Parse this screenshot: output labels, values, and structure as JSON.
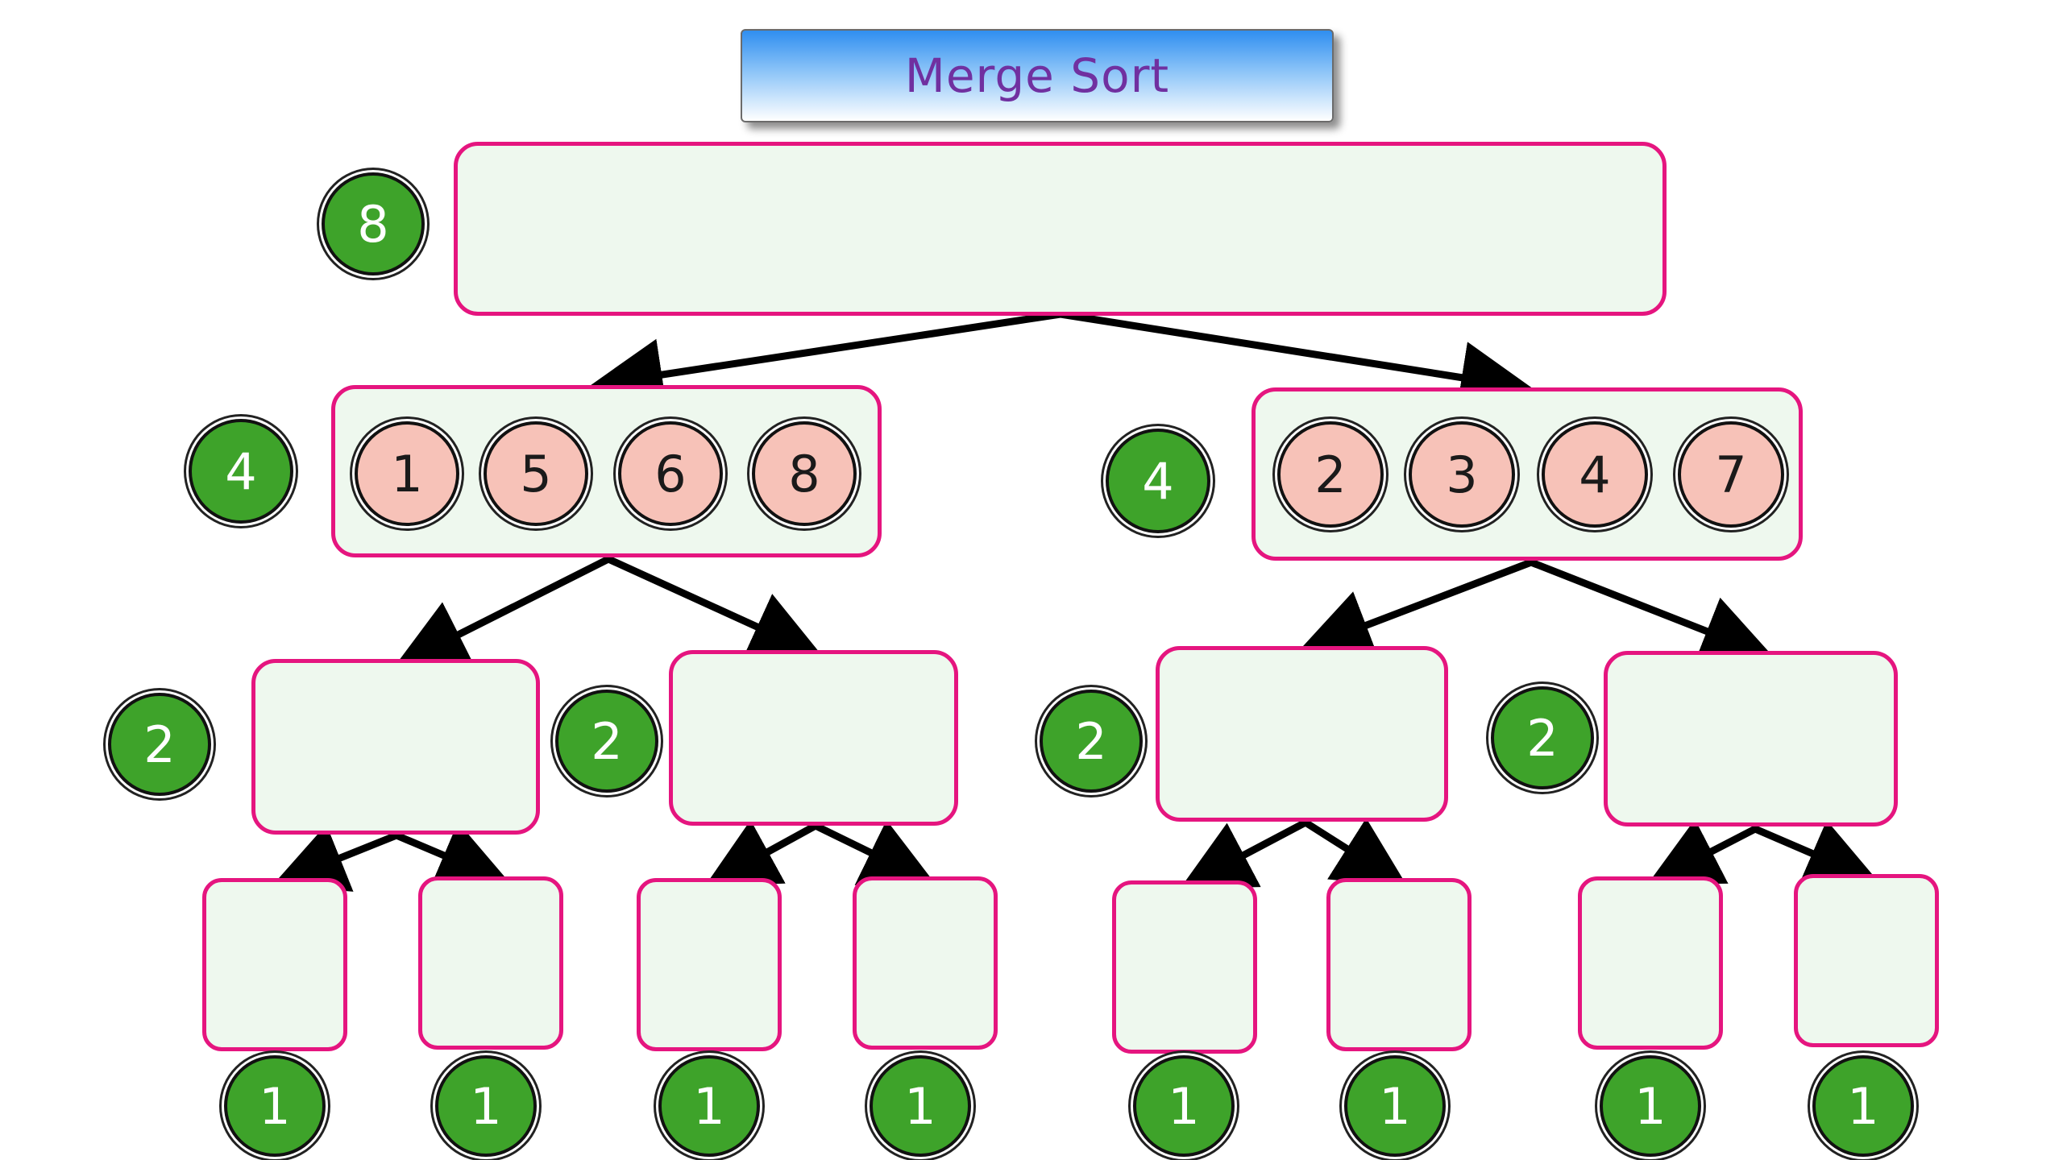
{
  "title": "Merge Sort",
  "levels": {
    "root": {
      "size_label": "8"
    },
    "half_left": {
      "size_label": "4",
      "values": [
        "1",
        "5",
        "6",
        "8"
      ]
    },
    "half_right": {
      "size_label": "4",
      "values": [
        "2",
        "3",
        "4",
        "7"
      ]
    },
    "quarters": [
      "2",
      "2",
      "2",
      "2"
    ],
    "leaves": [
      "1",
      "1",
      "1",
      "1",
      "1",
      "1",
      "1",
      "1"
    ]
  },
  "colors": {
    "box_border": "#e5157f",
    "box_fill": "#eef8ee",
    "size_badge": "#3ea32a",
    "element": "#f7c2b8",
    "title_text": "#7030a0"
  }
}
